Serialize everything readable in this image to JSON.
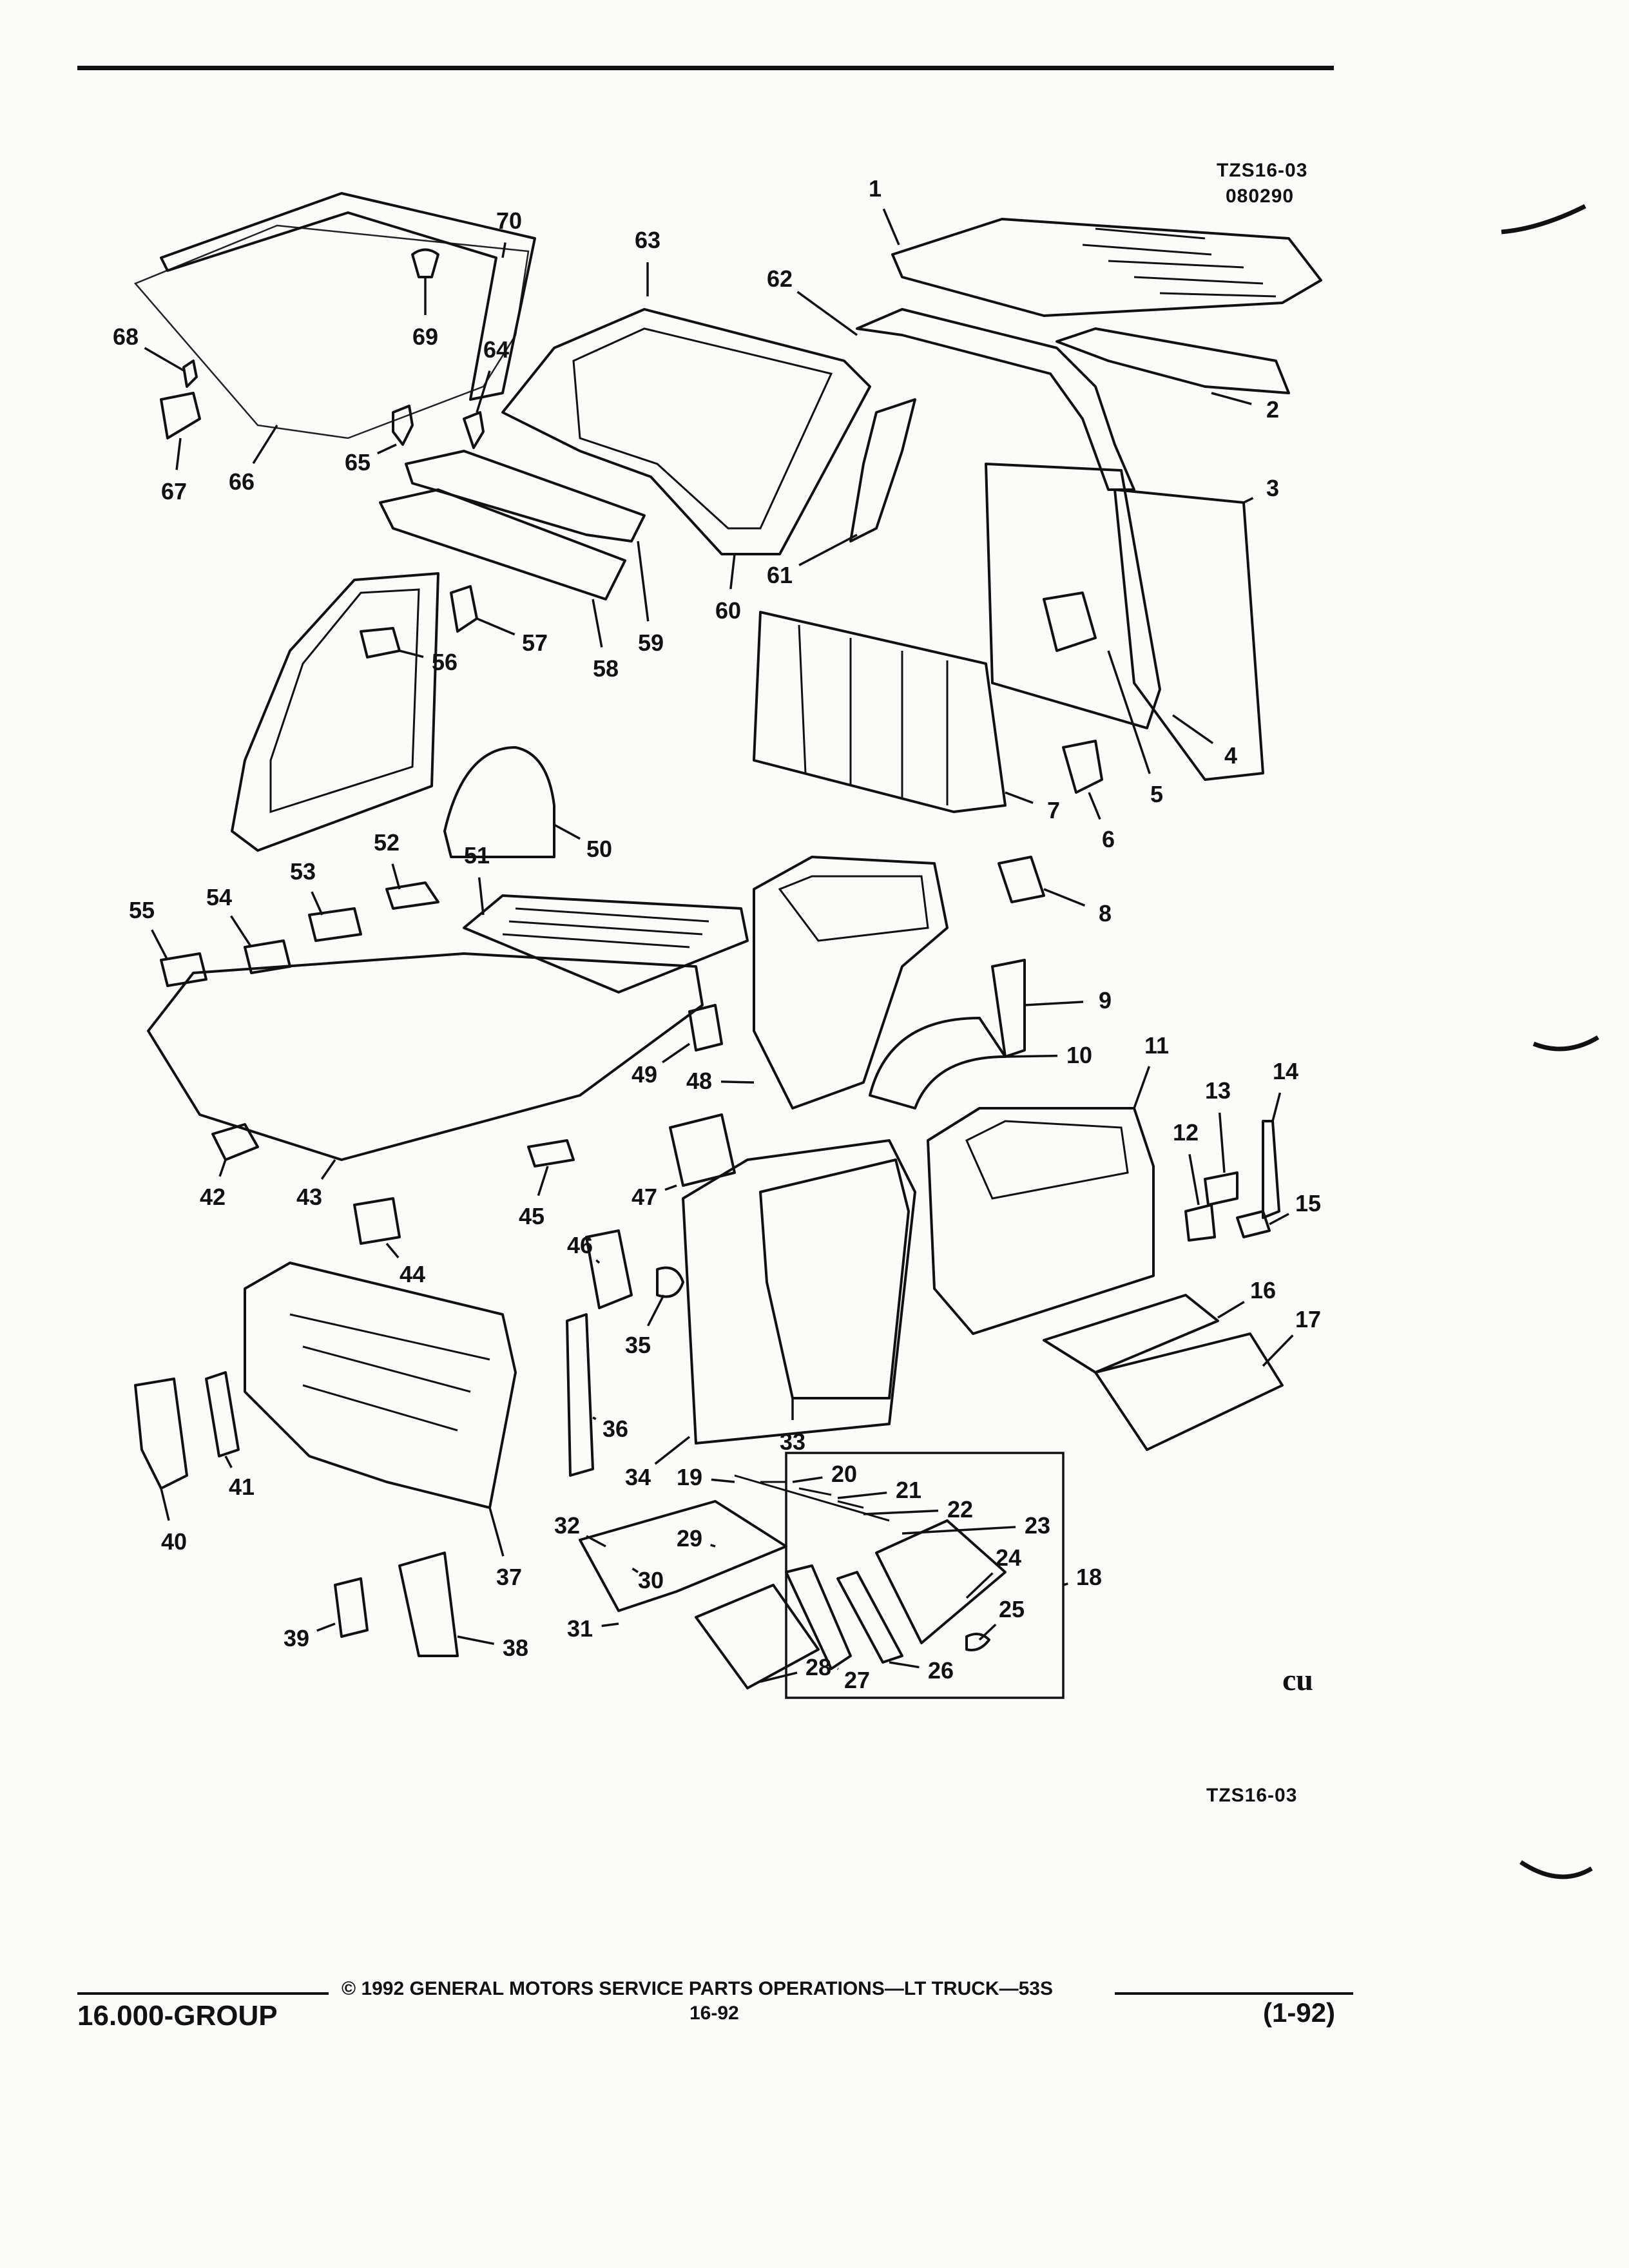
{
  "header": {
    "figure_code": "TZS16-03",
    "figure_date": "080290"
  },
  "figure": {
    "code_bottom": "TZS16-03",
    "mark": "cu",
    "callouts": [
      "1",
      "2",
      "3",
      "4",
      "5",
      "6",
      "7",
      "8",
      "9",
      "10",
      "11",
      "12",
      "13",
      "14",
      "15",
      "16",
      "17",
      "18",
      "19",
      "20",
      "21",
      "22",
      "23",
      "24",
      "25",
      "26",
      "27",
      "28",
      "29",
      "30",
      "31",
      "32",
      "33",
      "34",
      "35",
      "36",
      "37",
      "38",
      "39",
      "40",
      "41",
      "42",
      "43",
      "44",
      "45",
      "46",
      "47",
      "48",
      "49",
      "50",
      "51",
      "52",
      "53",
      "54",
      "55",
      "56",
      "57",
      "58",
      "59",
      "60",
      "61",
      "62",
      "63",
      "64",
      "65",
      "66",
      "67",
      "68",
      "69",
      "70"
    ]
  },
  "footer": {
    "copyright": "© 1992 GENERAL MOTORS SERVICE PARTS OPERATIONS—LT TRUCK—53S",
    "group": "16.000-GROUP",
    "page_number": "16-92",
    "revision": "(1-92)"
  }
}
